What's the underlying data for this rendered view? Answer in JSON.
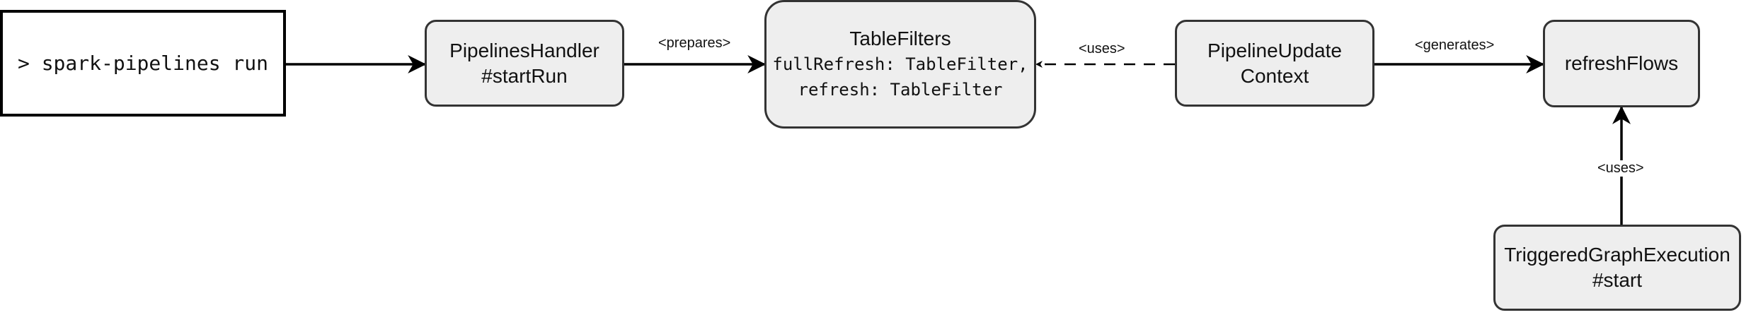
{
  "nodes": {
    "command": {
      "label": "> spark-pipelines run"
    },
    "pipelines_handler": {
      "line1": "PipelinesHandler",
      "line2": "#startRun"
    },
    "table_filters": {
      "title": "TableFilters",
      "line1": "fullRefresh: TableFilter,",
      "line2": "refresh: TableFilter"
    },
    "pipeline_update_context": {
      "line1": "PipelineUpdate",
      "line2": "Context"
    },
    "refresh_flows": {
      "label": "refreshFlows"
    },
    "triggered_graph_execution": {
      "line1": "TriggeredGraphExecution",
      "line2": "#start"
    }
  },
  "edges": {
    "prepares": {
      "label": "<prepares>",
      "style": "solid"
    },
    "uses_context": {
      "label": "<uses>",
      "style": "dashed"
    },
    "generates": {
      "label": "<generates>",
      "style": "solid"
    },
    "uses_flows": {
      "label": "<uses>",
      "style": "solid"
    }
  },
  "colors": {
    "node_fill": "#eeeeee",
    "node_border": "#333333",
    "command_border": "#000000",
    "edge": "#000000"
  }
}
